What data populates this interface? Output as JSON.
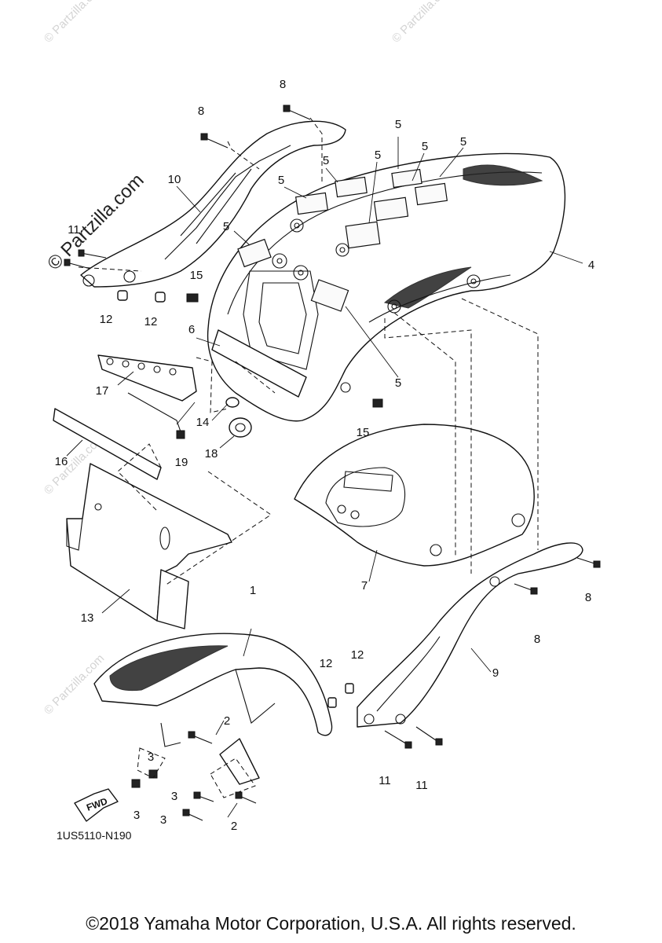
{
  "watermark": "© Partzilla.com",
  "watermark_prominent": "© Partzilla.com",
  "diagram_code": "1US5110-N190",
  "fwd_label": "FWD",
  "copyright": "©2018 Yamaha Motor Corporation, U.S.A. All rights reserved.",
  "callouts": {
    "c1": "1",
    "c2a": "2",
    "c2b": "2",
    "c3a": "3",
    "c3b": "3",
    "c3c": "3",
    "c3d": "3",
    "c4": "4",
    "c5a": "5",
    "c5b": "5",
    "c5c": "5",
    "c5d": "5",
    "c5e": "5",
    "c5f": "5",
    "c5g": "5",
    "c5h": "5",
    "c6": "6",
    "c7": "7",
    "c8a": "8",
    "c8b": "8",
    "c8c": "8",
    "c8d": "8",
    "c9": "9",
    "c10": "10",
    "c11a": "11",
    "c11b": "11",
    "c11c": "11",
    "c12a": "12",
    "c12b": "12",
    "c12c": "12",
    "c12d": "12",
    "c13": "13",
    "c14": "14",
    "c15a": "15",
    "c15b": "15",
    "c16": "16",
    "c17": "17",
    "c18": "18",
    "c19": "19"
  }
}
